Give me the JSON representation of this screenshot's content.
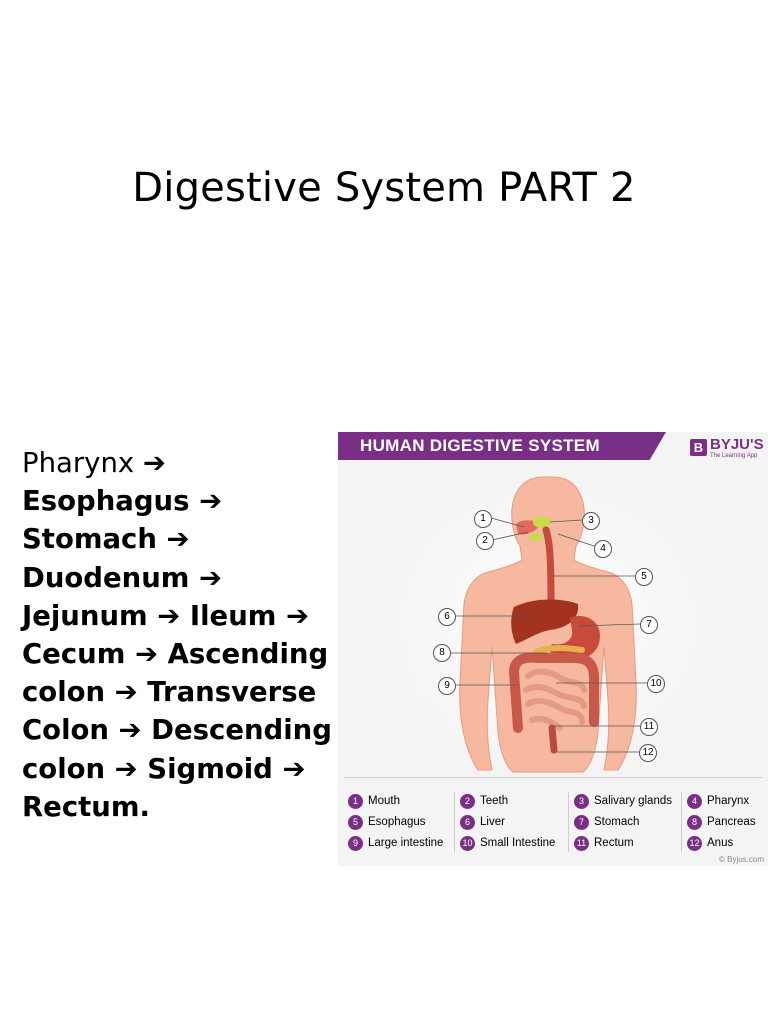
{
  "slide": {
    "title": "Digestive System PART 2"
  },
  "sequence": {
    "arrow": "➔",
    "lines": [
      [
        "Pharynx "
      ],
      [
        "Esophagus "
      ],
      [
        "Stomach "
      ],
      [
        "Duodenum "
      ],
      [
        "Jejunum ",
        " Ileum "
      ],
      [
        "Cecum ",
        " Ascending"
      ],
      [
        "colon ",
        " Transverse"
      ],
      [
        "Colon ",
        " Descending"
      ],
      [
        "colon ",
        " Sigmoid "
      ],
      [
        "Rectum."
      ]
    ]
  },
  "diagram": {
    "header": "HUMAN DIGESTIVE SYSTEM",
    "brand": {
      "mark": "B",
      "name": "BYJU'S",
      "tagline": "The Learning App"
    },
    "credit": "© Byjus.com",
    "legend": [
      {
        "num": "1",
        "label": "Mouth"
      },
      {
        "num": "2",
        "label": "Teeth"
      },
      {
        "num": "3",
        "label": "Salivary glands"
      },
      {
        "num": "4",
        "label": "Pharynx"
      },
      {
        "num": "5",
        "label": "Esophagus"
      },
      {
        "num": "6",
        "label": "Liver"
      },
      {
        "num": "7",
        "label": "Stomach"
      },
      {
        "num": "8",
        "label": "Pancreas"
      },
      {
        "num": "9",
        "label": "Large intestine"
      },
      {
        "num": "10",
        "label": "Small Intestine"
      },
      {
        "num": "11",
        "label": "Rectum"
      },
      {
        "num": "12",
        "label": "Anus"
      }
    ],
    "colors": {
      "accent": "#7a2f86",
      "skin": "#f6b9a0",
      "organ": "#c84a3a",
      "liver": "#a3321f",
      "intestine": "#e59a86"
    }
  }
}
